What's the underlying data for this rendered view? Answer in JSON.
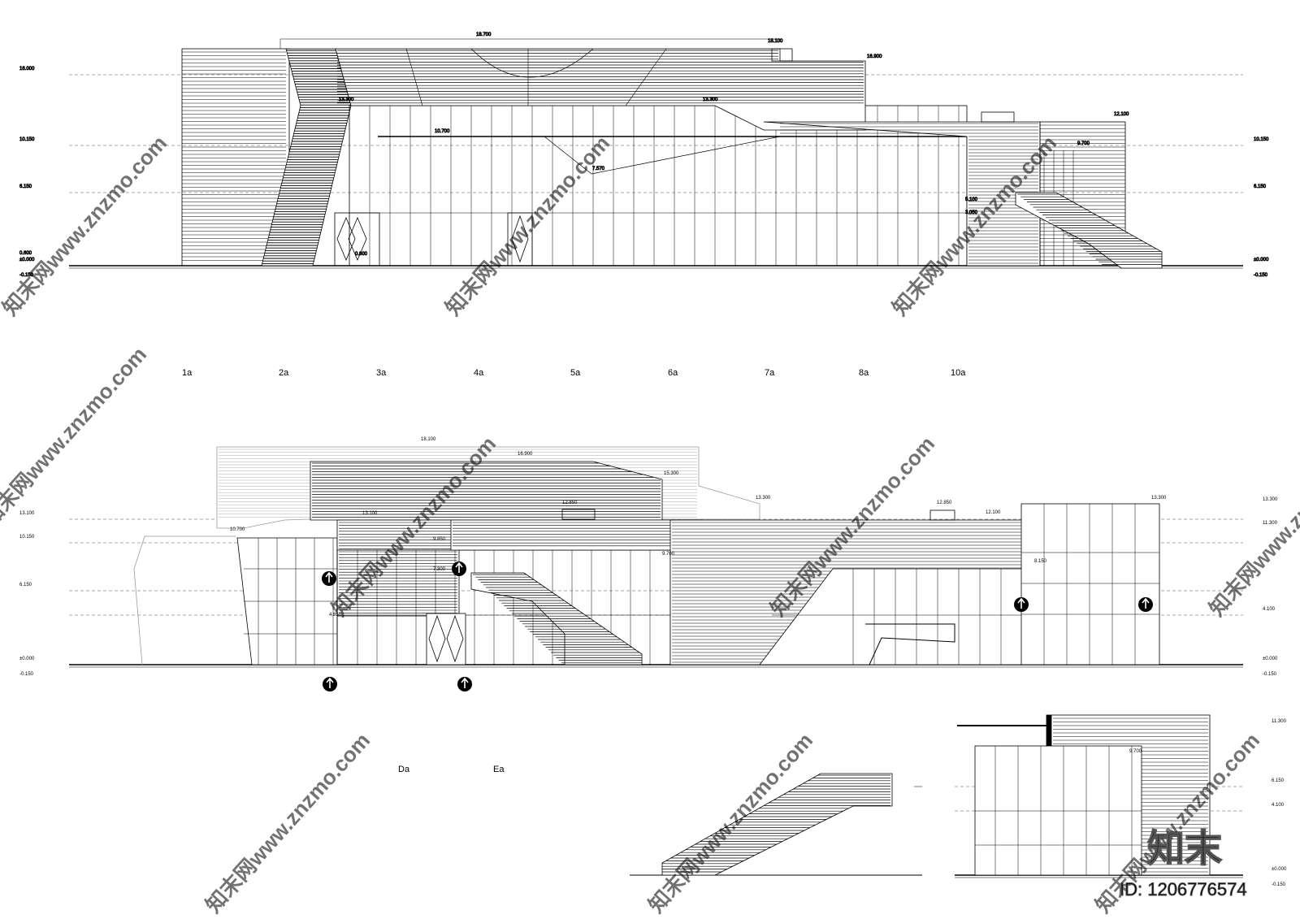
{
  "drawing_1": {
    "name": "elevation-1a-10a",
    "level_labels_left": [
      "16.000",
      "10.150",
      "6.150",
      "0.600",
      "±0.000",
      "-0.150"
    ],
    "level_labels_right": [
      "10.150",
      "6.150",
      "±0.000",
      "-0.150"
    ],
    "level_labels_inner": [
      "18.700",
      "18.100",
      "16.900",
      "13.300",
      "13.300",
      "12.100",
      "10.700",
      "9.700",
      "7.570",
      "5.100",
      "3.050",
      "0.600"
    ],
    "axis_labels": [
      "1a",
      "2a",
      "3a",
      "4a",
      "5a",
      "6a",
      "7a",
      "8a",
      "10a"
    ]
  },
  "drawing_2": {
    "name": "elevation-da-ea",
    "level_labels_left": [
      "13.100",
      "10.150",
      "6.150",
      "±0.000",
      "-0.150"
    ],
    "level_labels_right": [
      "13.300",
      "11.300",
      "4.100",
      "±0.000",
      "-0.150"
    ],
    "level_labels_inner": [
      "18.100",
      "16.900",
      "15.300",
      "13.300",
      "12.850",
      "13.100",
      "10.700",
      "9.850",
      "9.700",
      "7.300",
      "4.850",
      "12.850",
      "12.100",
      "13.300",
      "8.150"
    ],
    "axis_labels": [
      "Da",
      "Ea"
    ]
  },
  "drawing_3": {
    "name": "stair-section"
  },
  "drawing_4": {
    "name": "partial-elevation",
    "level_labels_right": [
      "11.300",
      "6.150",
      "4.100",
      "±0.000",
      "-0.150"
    ],
    "level_labels_inner": [
      "9.700"
    ]
  },
  "watermark": {
    "text": "知末网www.znzmo.com",
    "logo": "知末",
    "id_label": "ID: 1206776574"
  }
}
